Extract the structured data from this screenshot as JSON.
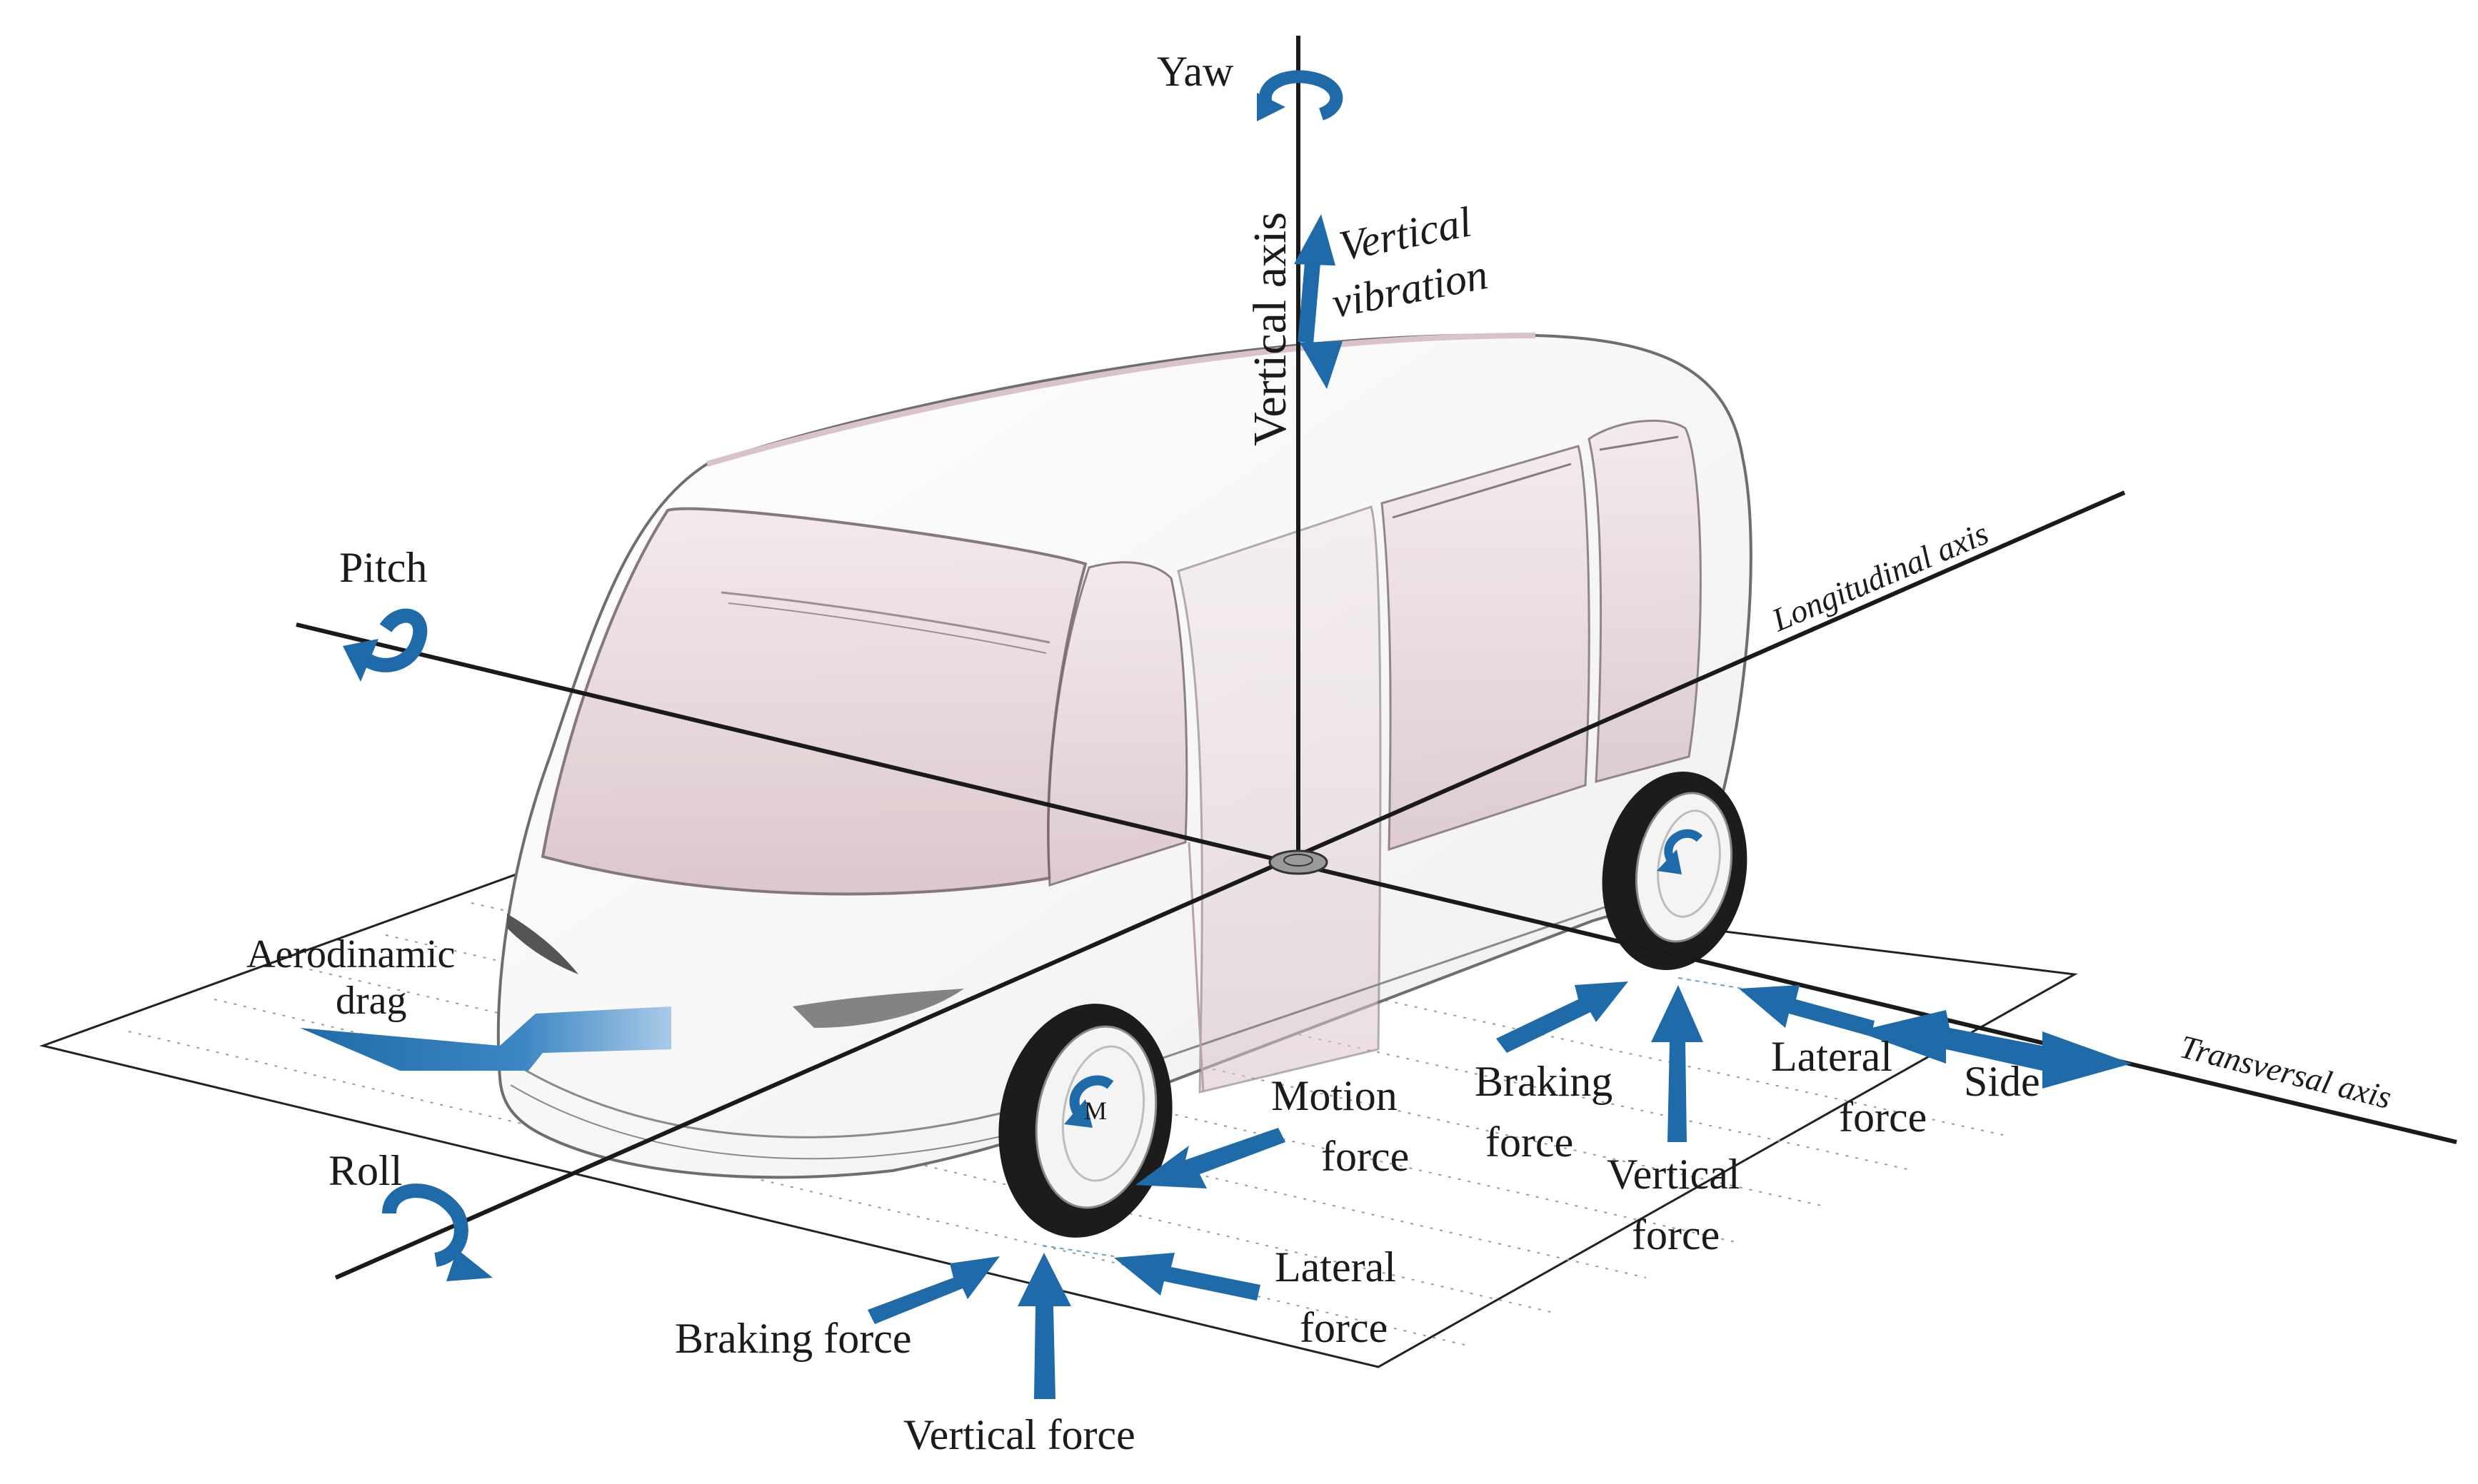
{
  "axes": {
    "vertical": "Vertical axis",
    "longitudinal": "Longitudinal axis",
    "transversal": "Transversal axis"
  },
  "rotations": {
    "yaw": "Yaw",
    "pitch": "Pitch",
    "roll": "Roll"
  },
  "labels": {
    "vertical_vibration_1": "Vertical",
    "vertical_vibration_2": "vibration",
    "aero_1": "Aerodinamic",
    "aero_2": "drag",
    "motion_1": "Motion",
    "motion_2": "force",
    "braking_front": "Braking force",
    "vertical_front": "Vertical force",
    "lateral_front_1": "Lateral",
    "lateral_front_2": "force",
    "braking_rear_1": "Braking",
    "braking_rear_2": "force",
    "vertical_rear_1": "Vertical",
    "vertical_rear_2": "force",
    "lateral_rear_1": "Lateral",
    "lateral_rear_2": "force",
    "side": "Side",
    "motor_mark": "M"
  },
  "colors": {
    "arrow_blue": "#1f6aa8",
    "axis": "#1a1a1a",
    "glass": "#e8d8dc",
    "body_outline": "#7a7a7a"
  }
}
